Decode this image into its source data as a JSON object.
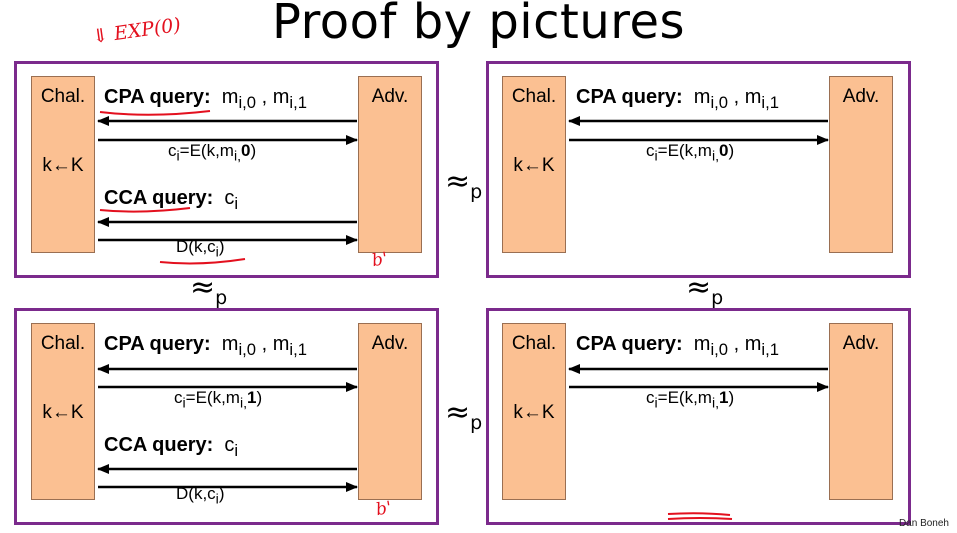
{
  "slide": {
    "title": "Proof by pictures",
    "credit": "Dan Boneh",
    "annotation_exp": "⇓ EXP(0)",
    "annotation_b0": "b'",
    "annotation_b1": "b'"
  },
  "labels": {
    "chal": "Chal.",
    "adv": "Adv.",
    "key": "k←K",
    "cpa_query": "CPA query:",
    "cca_query": "CCA query:",
    "approx_p": "p"
  },
  "colors": {
    "panel_border": "#7b2a8c",
    "party_fill": "#fbc092",
    "annotation": "#e3101e"
  },
  "panels": [
    {
      "id": "top-left",
      "bit": "0",
      "has_cca": true
    },
    {
      "id": "top-right",
      "bit": "0",
      "has_cca": false
    },
    {
      "id": "bottom-left",
      "bit": "1",
      "has_cca": true
    },
    {
      "id": "bottom-right",
      "bit": "1",
      "has_cca": false
    }
  ]
}
